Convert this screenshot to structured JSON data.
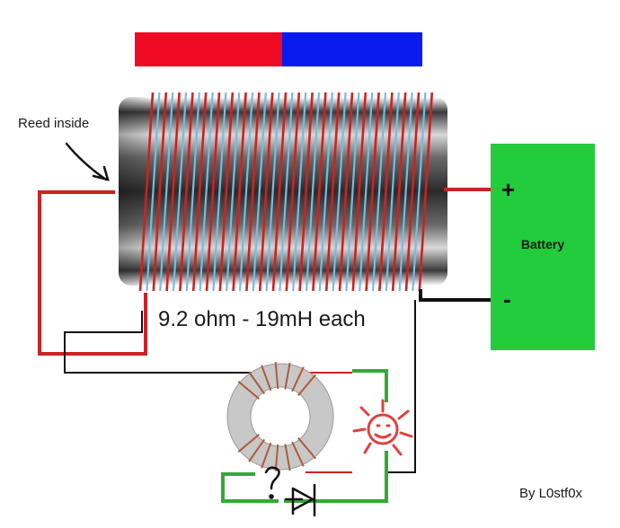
{
  "labels": {
    "reed": "Reed inside",
    "spec": "9.2 ohm - 19mH each",
    "credit": "By L0stf0x"
  },
  "battery": {
    "name": "Battery",
    "plus": "+",
    "minus": "-",
    "color": "#22cc3c"
  },
  "magnet": {
    "north_color": "#ee0a22",
    "south_color": "#0a1bef"
  },
  "colors": {
    "red_wire": "#cc2222",
    "blue_wire": "#7fb8e0",
    "black_wire": "#111111",
    "green_wire": "#33aa33",
    "led_sketch": "#e04040"
  }
}
